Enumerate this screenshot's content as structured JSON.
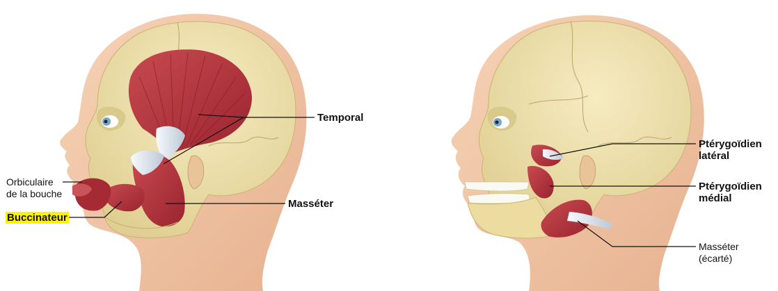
{
  "labels": {
    "temporal": "Temporal",
    "masseter": "Masséter",
    "orbicularis_line1": "Orbiculaire",
    "orbicularis_line2": "de la bouche",
    "buccinator": "Buccinateur",
    "lateral_pterygoid_line1": "Ptérygoïdien",
    "lateral_pterygoid_line2": "latéral",
    "medial_pterygoid_line1": "Ptérygoïdien",
    "medial_pterygoid_line2": "médial",
    "masseter_reflected_line1": "Masséter",
    "masseter_reflected_line2": "(écarté)"
  },
  "colors": {
    "skin": "#f2c8a8",
    "skin_shade": "#e0a888",
    "bone": "#efe2ad",
    "bone_shade": "#d9c98a",
    "muscle": "#b9343a",
    "muscle_dark": "#8e1f27",
    "tendon": "#e8eef5",
    "highlight": "#fff200",
    "leader_line": "#111111"
  }
}
